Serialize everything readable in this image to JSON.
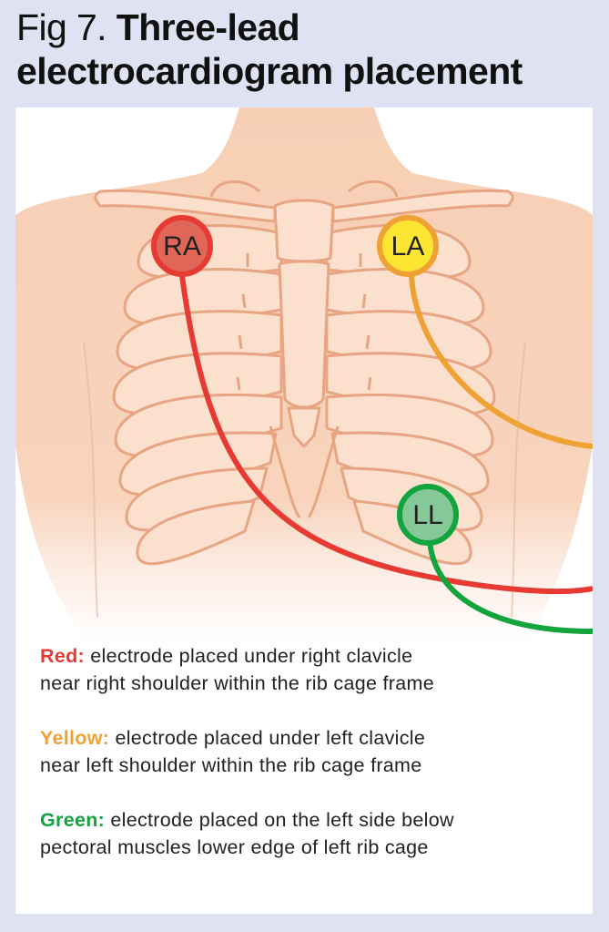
{
  "title": {
    "prefix": "Fig 7.",
    "bold_line1": "Three-lead",
    "bold_line2": "electrocardiogram placement"
  },
  "electrodes": [
    {
      "label": "RA",
      "color": "#e63a32",
      "fill": "#e06758"
    },
    {
      "label": "LA",
      "color": "#efa134",
      "fill": "#fde632"
    },
    {
      "label": "LL",
      "color": "#13a43e",
      "fill": "#86c898"
    }
  ],
  "colors": {
    "background": "#dfe2f2",
    "skin": "#f7cfb5",
    "bone": "#fbe1cd",
    "bone_outline": "#e7a583"
  },
  "legend": [
    {
      "key": "Red:",
      "color": "#e63a32",
      "line1": "electrode placed under right clavicle",
      "line2": "near right shoulder within the rib cage frame"
    },
    {
      "key": "Yellow:",
      "color": "#efa134",
      "line1": "electrode placed under left clavicle",
      "line2": "near left shoulder within the rib cage frame"
    },
    {
      "key": "Green:",
      "color": "#13a43e",
      "line1": "electrode placed on the left side below",
      "line2": "pectoral muscles lower edge of left rib cage"
    }
  ]
}
